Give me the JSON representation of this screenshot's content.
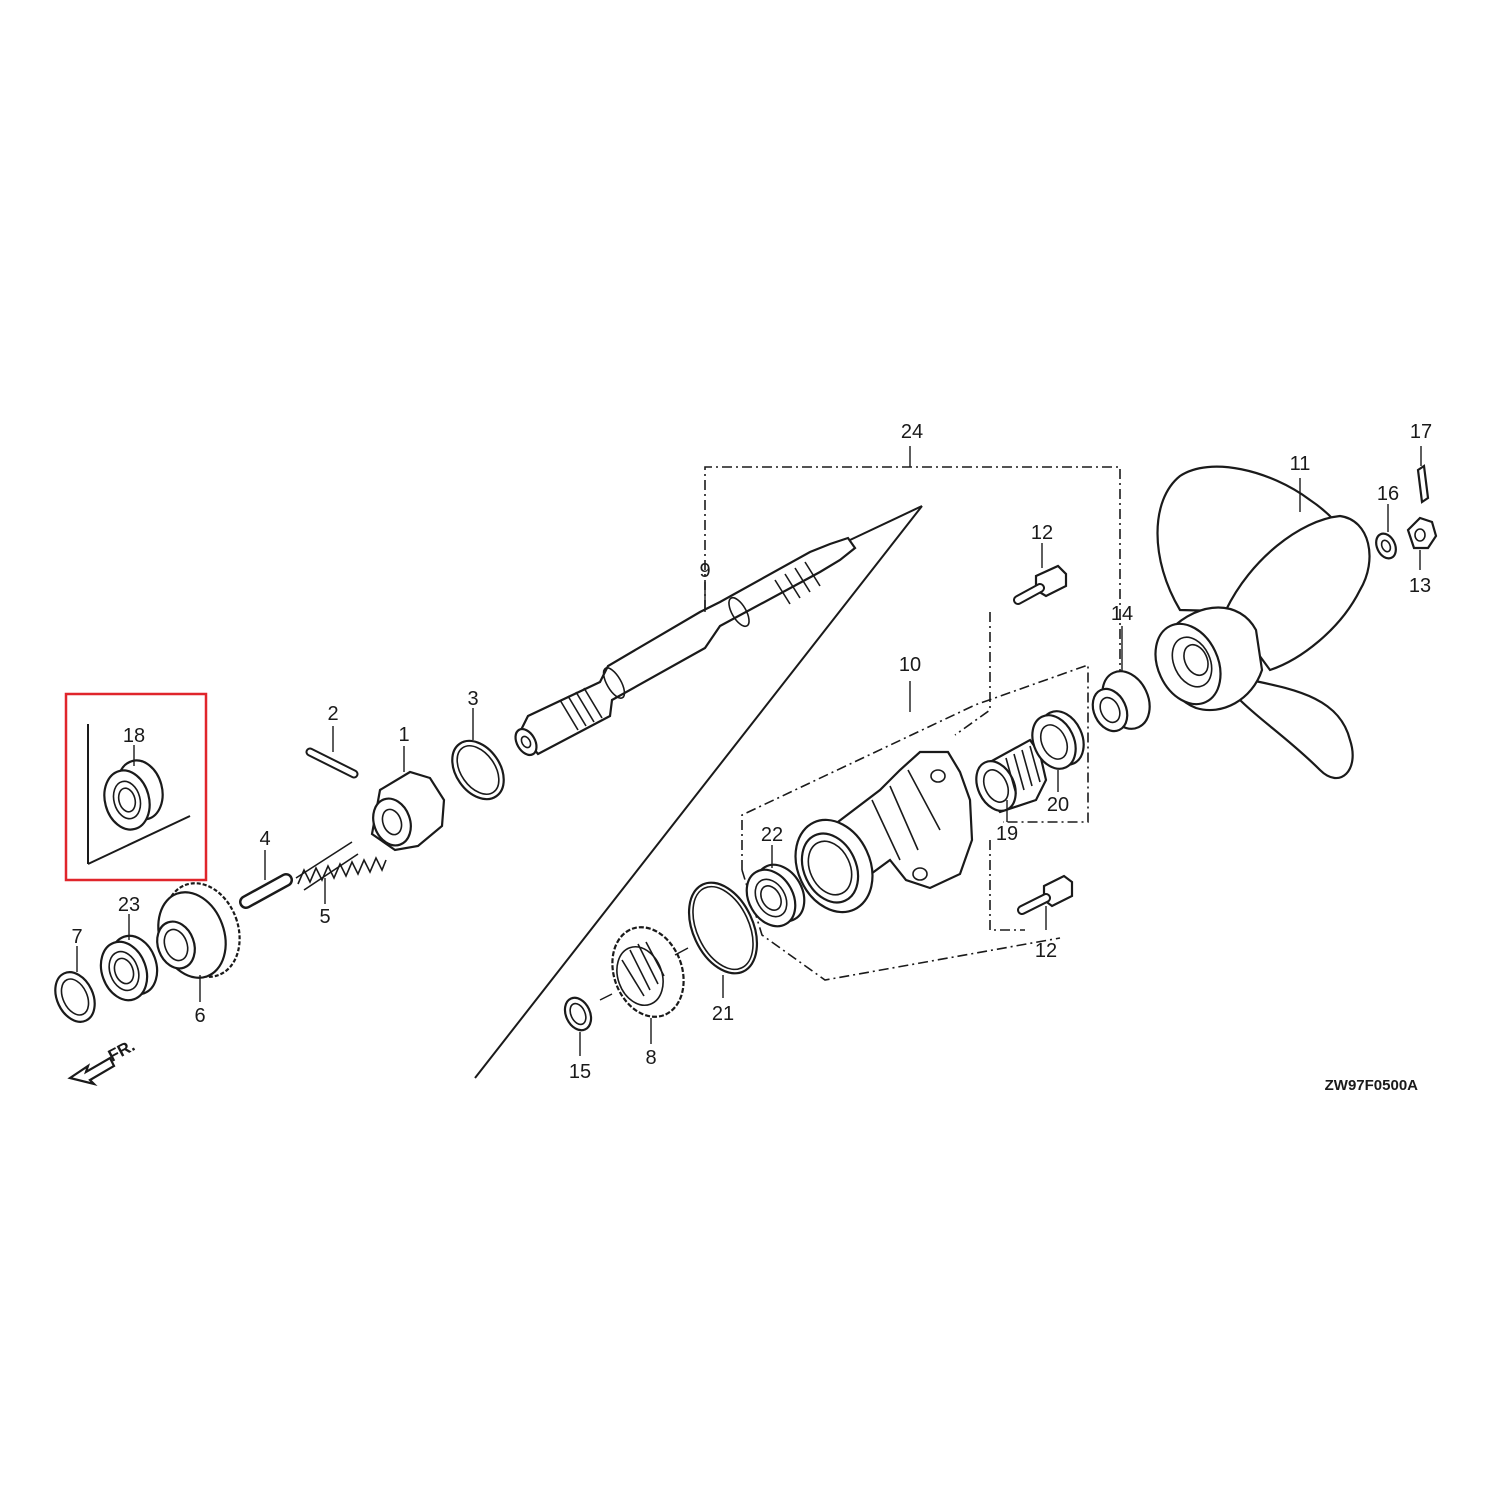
{
  "diagram": {
    "drawing_code": "ZW97F0500A",
    "front_indicator": "FR.",
    "highlight_color": "#e0252b",
    "highlighted_part": "18",
    "callouts": {
      "c1": "1",
      "c2": "2",
      "c3": "3",
      "c4": "4",
      "c5": "5",
      "c6": "6",
      "c7": "7",
      "c8": "8",
      "c9": "9",
      "c10": "10",
      "c11": "11",
      "c12a": "12",
      "c12b": "12",
      "c13": "13",
      "c14": "14",
      "c15": "15",
      "c16": "16",
      "c17": "17",
      "c18": "18",
      "c19": "19",
      "c20": "20",
      "c21": "21",
      "c22": "22",
      "c23": "23",
      "c24": "24"
    }
  }
}
